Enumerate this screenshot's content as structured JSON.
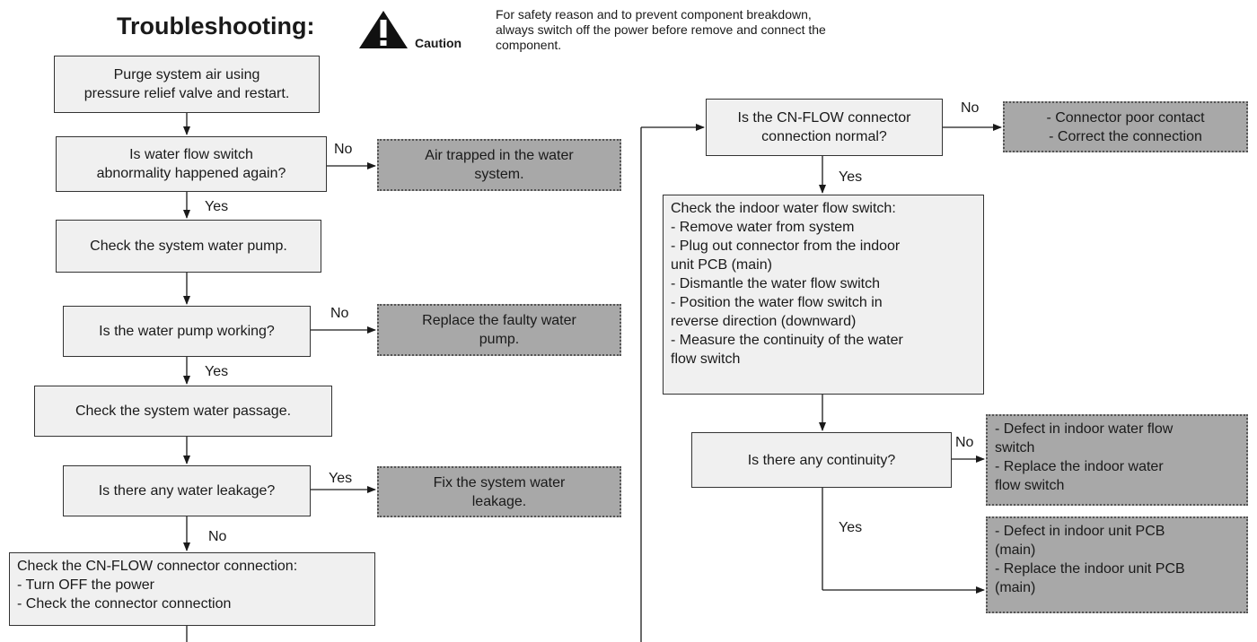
{
  "header": {
    "title": "Troubleshooting:",
    "caution_label": "Caution",
    "caution_text": "For safety reason and to prevent component breakdown, always switch off the power before remove and connect the component."
  },
  "left_flow": {
    "purge": "Purge system air using\npressure relief valve and restart.",
    "q_abnormality": "Is water flow switch\nabnormality happened again?",
    "r_air_trapped": "Air trapped in the water\nsystem.",
    "check_pump": "Check the system water pump.",
    "q_pump_working": "Is the water pump working?",
    "r_replace_pump": "Replace the faulty water\npump.",
    "check_passage": "Check the system water passage.",
    "q_leakage": "Is there any water leakage?",
    "r_fix_leakage": "Fix the system water\nleakage.",
    "check_connector": "Check the CN-FLOW connector connection:\n- Turn OFF the power\n- Check the connector connection"
  },
  "right_flow": {
    "q_connector_normal": "Is the CN-FLOW connector\nconnection normal?",
    "r_connector_poor": "- Connector poor contact\n- Correct the connection",
    "check_switch": "Check the indoor water flow switch:\n- Remove water from system\n- Plug out connector from the indoor\nunit PCB (main)\n- Dismantle the water flow switch\n- Position the water flow switch in\nreverse direction (downward)\n- Measure the continuity of the water\nflow switch",
    "q_continuity": "Is there any continuity?",
    "r_defect_switch": "- Defect in indoor water flow\nswitch\n- Replace the indoor water\nflow switch",
    "r_defect_pcb": "- Defect in indoor unit PCB\n(main)\n- Replace the indoor unit PCB\n(main)"
  },
  "labels": {
    "no": "No",
    "yes": "Yes"
  },
  "colors": {
    "box_fill": "#f0f0f0",
    "result_fill": "#a8a8a8",
    "line": "#1a1a1a"
  }
}
